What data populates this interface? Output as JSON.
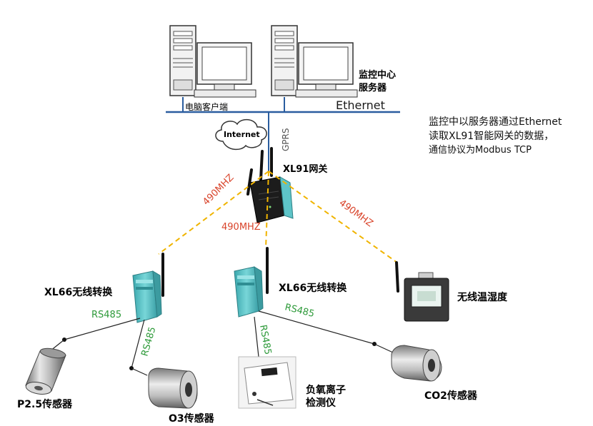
{
  "labels": {
    "pc_client": "电脑客户端",
    "monitor_server_line1": "监控中心",
    "monitor_server_line2": "服务器",
    "ethernet": "Ethernet",
    "internet": "Internet",
    "gprs": "GPRS",
    "gateway": "XL91网关",
    "freq_left": "490MHZ",
    "freq_center": "490MHZ",
    "freq_right": "490MHZ",
    "converter_left": "XL66无线转换",
    "converter_center": "XL66无线转换",
    "wireless_th": "无线温湿度",
    "rs485_left_a": "RS485",
    "rs485_left_b": "RS485",
    "rs485_center": "RS485",
    "rs485_right": "RS485",
    "sensor_p25": "P2.5传感器",
    "sensor_o3": "O3传感器",
    "sensor_anion_line1": "负氧离子",
    "sensor_anion_line2": "检测仪",
    "sensor_co2": "CO2传感器"
  },
  "note": {
    "line1": "监控中以服务器通过Ethernet",
    "line2": "读取XL91智能网关的数据，",
    "line3": "通信协议为Modbus TCP"
  },
  "colors": {
    "wire_blue": "#2a5d9f",
    "wireless_dash": "#f0b400",
    "freq_text": "#d9442b",
    "rs485_text": "#2e9a3a",
    "device_green": "#5ec4c8"
  }
}
